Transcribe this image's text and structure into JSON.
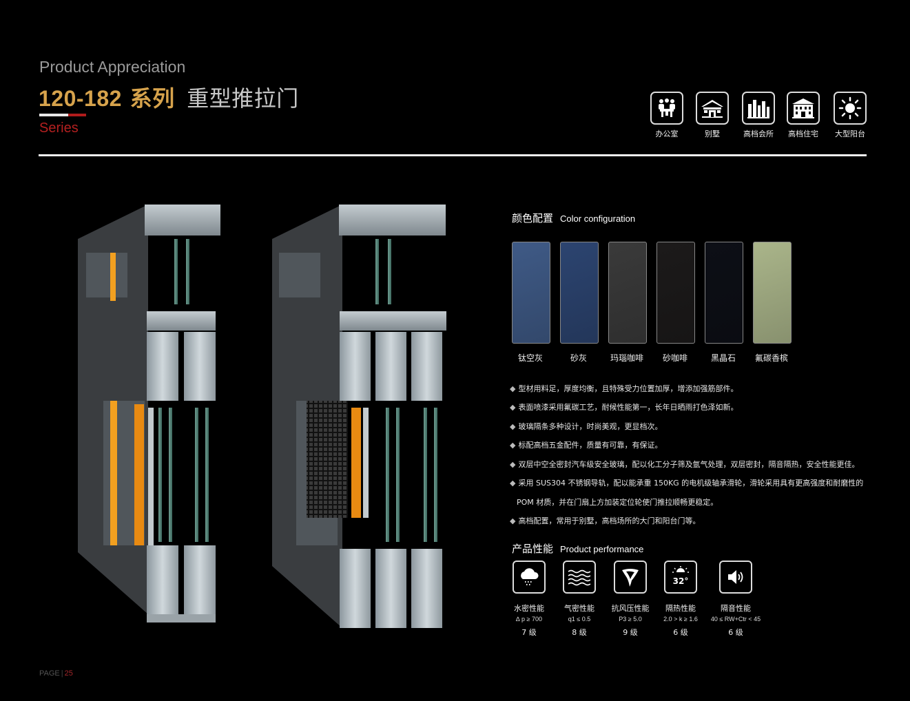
{
  "header": {
    "kicker": "Product Appreciation",
    "series_number": "120-182",
    "series_label": "系列",
    "product_name": "重型推拉门",
    "sub_label": "Series"
  },
  "applications": [
    {
      "label": "办公室",
      "icon": "office-meeting-icon"
    },
    {
      "label": "别墅",
      "icon": "villa-icon"
    },
    {
      "label": "高档会所",
      "icon": "club-building-icon"
    },
    {
      "label": "高档住宅",
      "icon": "residence-building-icon"
    },
    {
      "label": "大型阳台",
      "icon": "sun-balcony-icon"
    }
  ],
  "color_config": {
    "title_cn": "颜色配置",
    "title_en": "Color configuration",
    "swatches": [
      {
        "label": "钛空灰",
        "color": "#3f5a86"
      },
      {
        "label": "砂灰",
        "color": "#2c4470"
      },
      {
        "label": "玛瑙咖啡",
        "color": "#3a3a3a"
      },
      {
        "label": "砂咖啡",
        "color": "#1c1a1a"
      },
      {
        "label": "黑晶石",
        "color": "#0d0f16"
      },
      {
        "label": "氟碳香槟",
        "color": "#aab58a"
      }
    ]
  },
  "features": [
    "型材用料足，厚度均衡，且特殊受力位置加厚，增添加强筋部件。",
    "表面喷漆采用氟碳工艺，耐候性能第一，长年日晒雨打色泽如新。",
    "玻璃隔条多种设计，时尚美观，更显档次。",
    "标配高档五金配件，质量有可靠，有保证。",
    "双层中空全密封汽车级安全玻璃，配以化工分子筛及氩气处理，双层密封，隔音隔热，安全性能更佳。",
    "采用 SUS304 不锈钢导轨，配以能承重 150KG 的电机级轴承滑轮，滑轮采用具有更高强度和耐磨性的",
    "POM 材质，并在门扇上方加装定位轮使门推拉顺畅更稳定。",
    "高档配置，常用于别墅，高档场所的大门和阳台门等。"
  ],
  "performance": {
    "title_cn": "产品性能",
    "title_en": "Product performance",
    "items": [
      {
        "name": "水密性能",
        "formula": "∆ p ≥ 700",
        "grade": "7 级",
        "icon": "rain-cloud-icon"
      },
      {
        "name": "气密性能",
        "formula": "q1 ≤ 0.5",
        "grade": "8 级",
        "icon": "waves-icon"
      },
      {
        "name": "抗风压性能",
        "formula": "P3 ≥ 5.0",
        "grade": "9 级",
        "icon": "tornado-icon"
      },
      {
        "name": "隔热性能",
        "formula": "2.0 > k ≥ 1.6",
        "grade": "6 级",
        "icon": "temperature-sun-icon",
        "icon_text": "32°"
      },
      {
        "name": "隔音性能",
        "formula": "40 ≤ RW+Ctr < 45",
        "grade": "6 级",
        "icon": "speaker-icon"
      }
    ]
  },
  "footer": {
    "page_label": "PAGE",
    "page_number": "25"
  }
}
